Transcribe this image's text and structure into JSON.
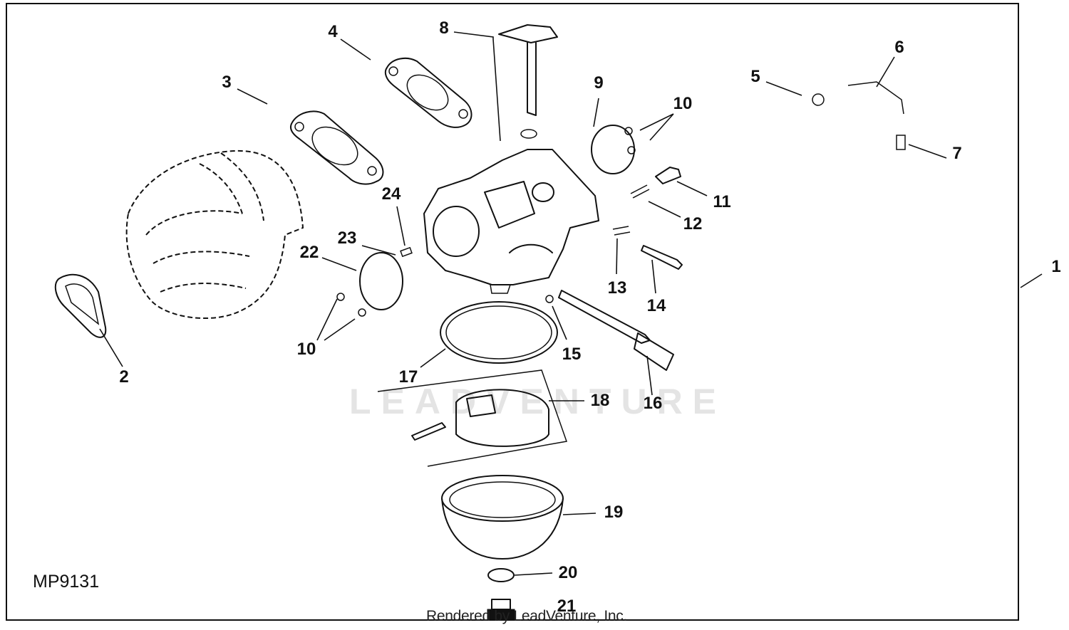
{
  "diagram": {
    "figure_id": "MP9131",
    "render_note": "Rendered by LeadVenture, Inc.",
    "watermark": "LEADVENTURE",
    "callouts": [
      "1",
      "2",
      "3",
      "4",
      "5",
      "6",
      "7",
      "8",
      "9",
      "10",
      "10",
      "11",
      "12",
      "13",
      "14",
      "15",
      "16",
      "17",
      "18",
      "19",
      "20",
      "21",
      "22",
      "23",
      "24"
    ]
  }
}
